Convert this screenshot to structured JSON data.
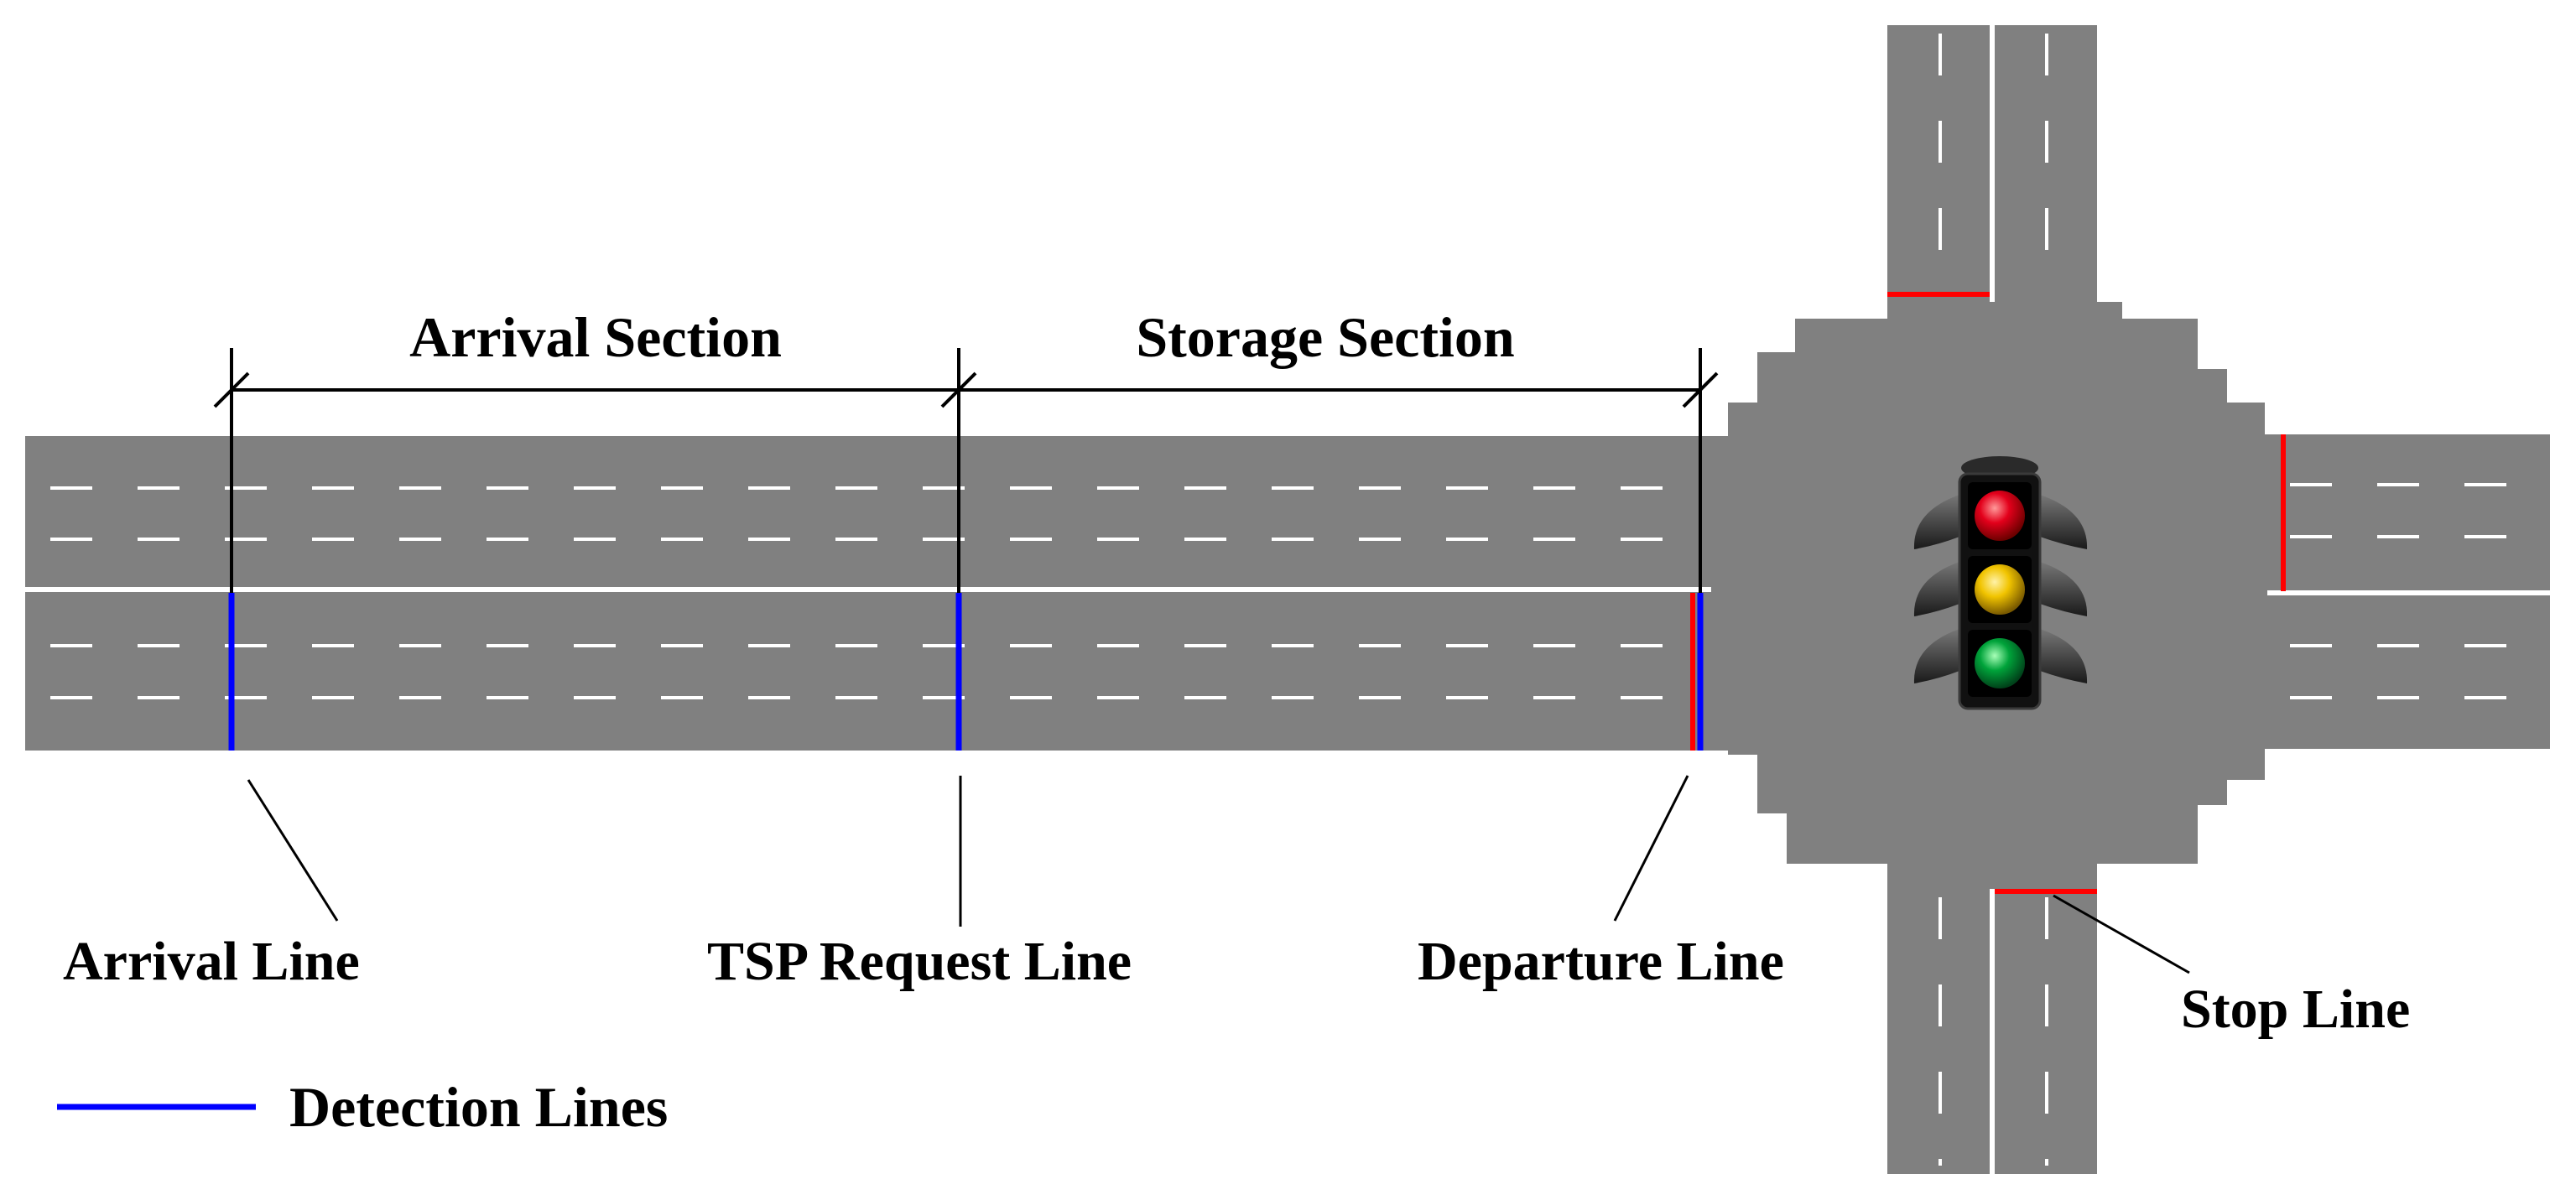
{
  "sections": {
    "arrival": "Arrival Section",
    "storage": "Storage Section"
  },
  "lines": {
    "arrival": "Arrival Line",
    "tsp_request": "TSP Request Line",
    "departure": "Departure Line",
    "stop": "Stop Line"
  },
  "legend": {
    "detection": "Detection Lines"
  },
  "colors": {
    "road": "#808080",
    "lane_marking": "#ffffff",
    "detection_line": "#0000ff",
    "stop_line": "#ff0000",
    "label": "#000000",
    "signal_housing": "#111111",
    "signal_red": "#e3001b",
    "signal_yellow": "#f1c400",
    "signal_green": "#00a33a"
  },
  "signal": {
    "lights": [
      "red",
      "yellow",
      "green"
    ]
  }
}
